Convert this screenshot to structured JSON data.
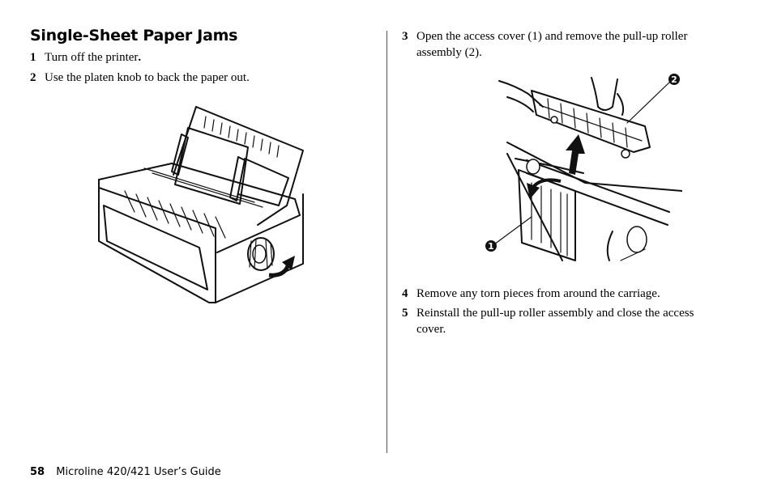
{
  "section": {
    "title": "Single-Sheet Paper Jams"
  },
  "steps": [
    {
      "number": "1",
      "text": "Turn off the printer",
      "emphasis": "."
    },
    {
      "number": "2",
      "text": "Use the platen knob to back the paper out."
    },
    {
      "number": "3",
      "text": "Open the access cover (1) and remove the pull-up roller assembly (2)."
    },
    {
      "number": "4",
      "text": "Remove any torn pieces from around the carriage."
    },
    {
      "number": "5",
      "text": "Reinstall the pull-up roller assembly and close the access cover."
    }
  ],
  "figure_right": {
    "callout_1": "1",
    "callout_2": "2"
  },
  "footer": {
    "page_number": "58",
    "guide_title": "Microline 420/421 User’s Guide"
  }
}
